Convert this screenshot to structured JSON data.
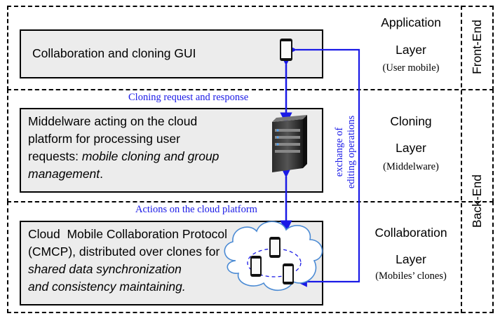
{
  "layers": [
    {
      "box_text": "Collaboration and cloning GUI",
      "title": "Application",
      "layer_word": "Layer",
      "subtitle": "(User mobile)"
    },
    {
      "box_text_line1": "Middelware acting on the cloud",
      "box_text_line2": "platform for processing user",
      "box_text_line3_plain": "requests: ",
      "box_text_line3_italic": "mobile cloning and group",
      "box_text_line4_italic": "management",
      "box_text_line4_tail": ".",
      "title": "Cloning",
      "layer_word": "Layer",
      "subtitle": "(Middelware)"
    },
    {
      "box_text_line1": "Cloud  Mobile Collaboration Protocol",
      "box_text_line2": "(CMCP), distributed over clones for",
      "box_text_line3_italic": "shared data synchronization",
      "box_text_line4_italic": "and consistency maintaining.",
      "title": "Collaboration",
      "layer_word": "Layer",
      "subtitle": "(Mobiles’ clones)"
    }
  ],
  "side_labels": {
    "front": "Front-End",
    "back": "Back-End"
  },
  "arrow_labels": {
    "cloning_request": "Cloning request and response",
    "actions_cloud": "Actions on the cloud platform",
    "exchange_line1": "exchange of",
    "exchange_line2": "editing operations"
  },
  "colors": {
    "arrow": "#1a1ae6",
    "box_fill": "#ececec"
  }
}
